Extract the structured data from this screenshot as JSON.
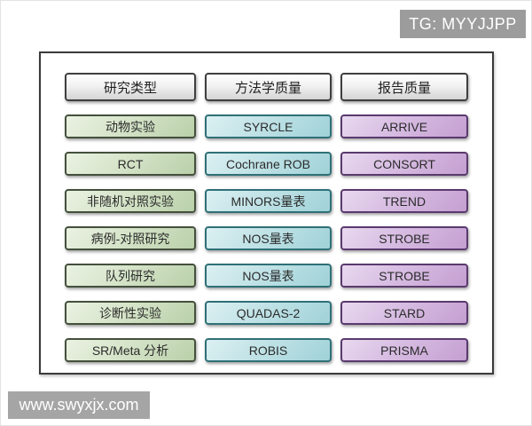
{
  "badges": {
    "tg_label": "TG: MYYJJPP",
    "watermark_label": "www.swyxjx.com"
  },
  "table": {
    "columns": [
      {
        "id": "study-type",
        "header": "研究类型",
        "theme": "green"
      },
      {
        "id": "method-quality",
        "header": "方法学质量",
        "theme": "cyan"
      },
      {
        "id": "report-quality",
        "header": "报告质量",
        "theme": "purple"
      }
    ],
    "rows": [
      {
        "study_type": "动物实验",
        "method_quality": "SYRCLE",
        "report_quality": "ARRIVE"
      },
      {
        "study_type": "RCT",
        "method_quality": "Cochrane ROB",
        "report_quality": "CONSORT"
      },
      {
        "study_type": "非随机对照实验",
        "method_quality": "MINORS量表",
        "report_quality": "TREND"
      },
      {
        "study_type": "病例-对照研究",
        "method_quality": "NOS量表",
        "report_quality": "STROBE"
      },
      {
        "study_type": "队列研究",
        "method_quality": "NOS量表",
        "report_quality": "STROBE"
      },
      {
        "study_type": "诊断性实验",
        "method_quality": "QUADAS-2",
        "report_quality": "STARD"
      },
      {
        "study_type": "SR/Meta 分析",
        "method_quality": "ROBIS",
        "report_quality": "PRISMA"
      }
    ],
    "colors": {
      "frame_border": "#3a3a3a",
      "badge_gray": "#9c9c9c",
      "header_gradient": [
        "#ffffff",
        "#d4d4d4"
      ],
      "green": {
        "bg_from": "#eaf2e2",
        "bg_to": "#b9d0aa",
        "border": "#44503c"
      },
      "cyan": {
        "bg_from": "#dcf0f2",
        "bg_to": "#9fd2d8",
        "border": "#2f7077"
      },
      "purple": {
        "bg_from": "#e8d9ef",
        "bg_to": "#c49fd1",
        "border": "#5a3a6e"
      },
      "text": "#2b2b2b"
    }
  }
}
